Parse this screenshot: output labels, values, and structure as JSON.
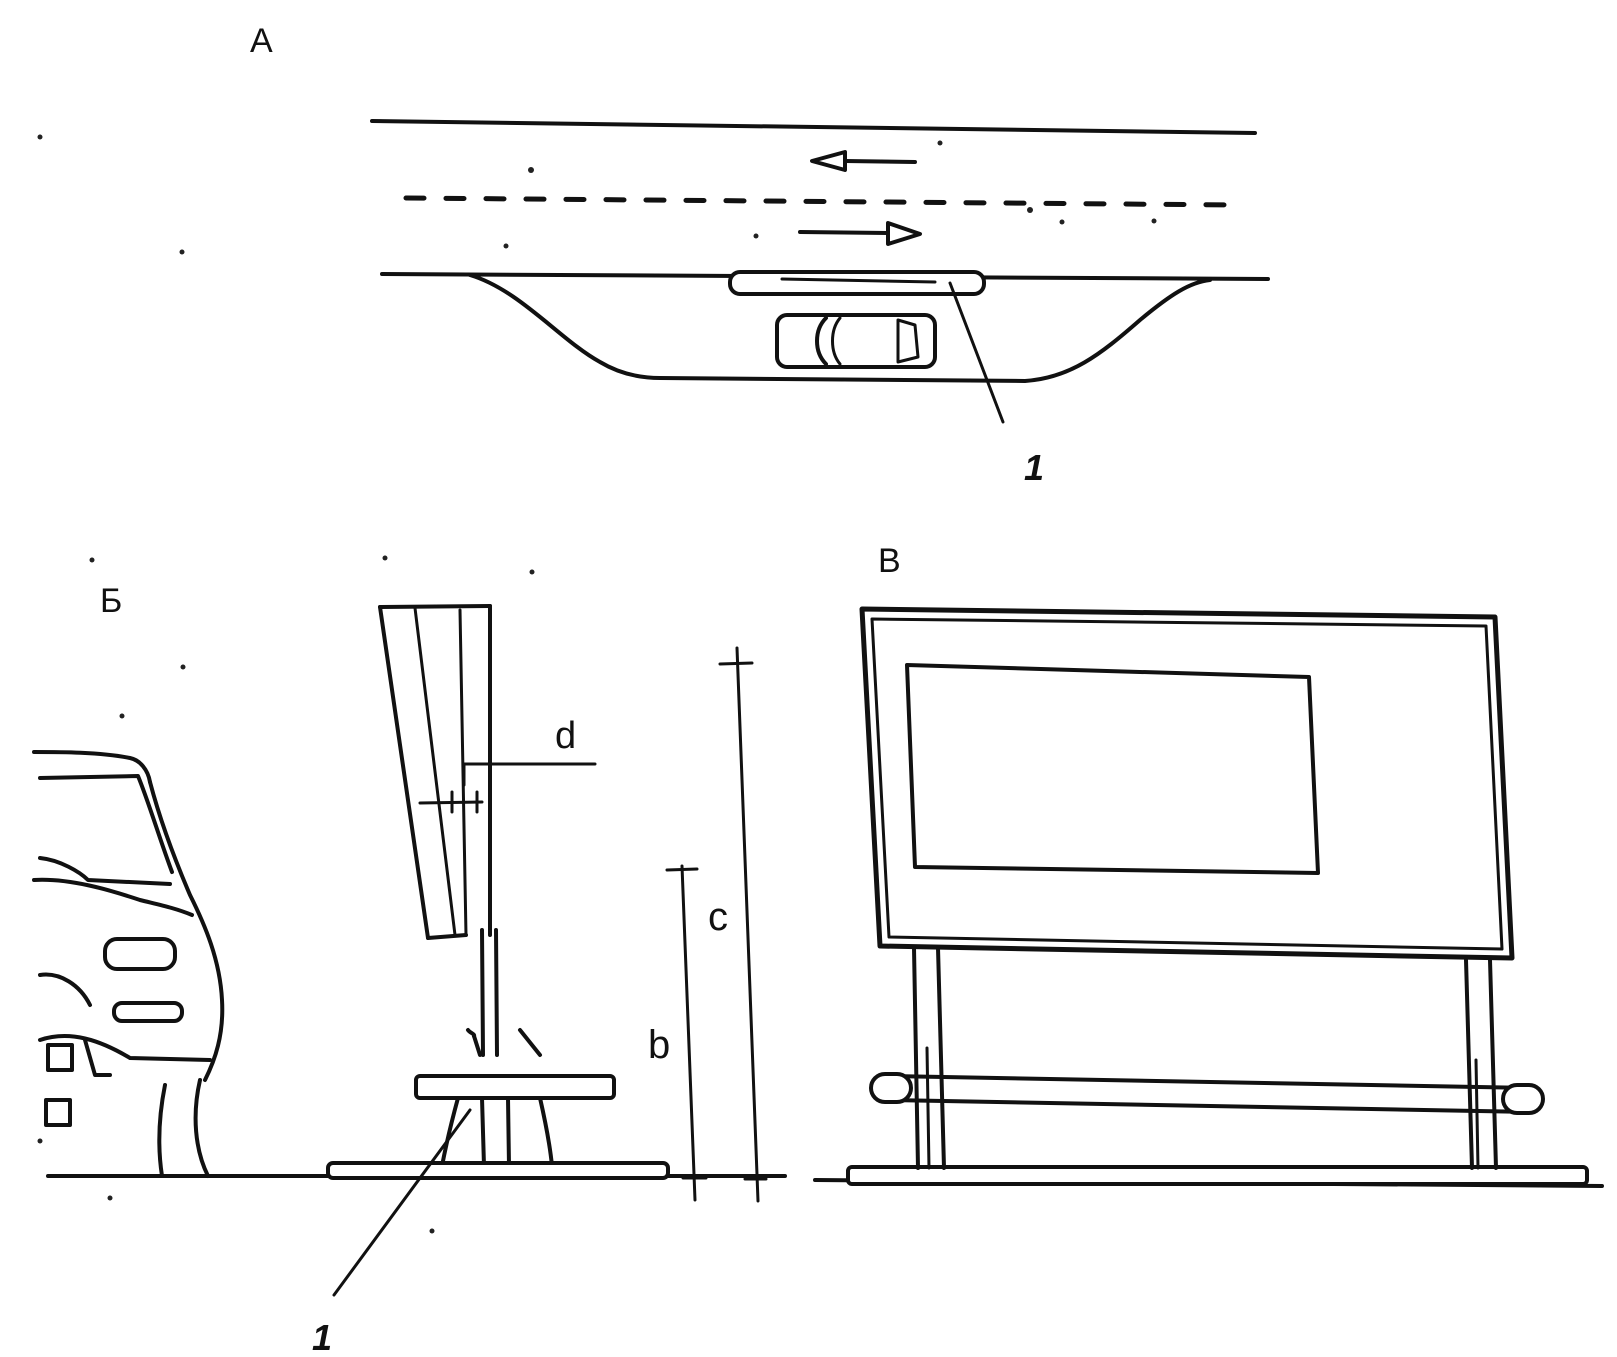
{
  "panels": {
    "a": {
      "label": "А"
    },
    "b": {
      "label": "Б"
    },
    "v": {
      "label": "В"
    }
  },
  "callouts": {
    "plan_item": "1",
    "side_item": "1"
  },
  "dimensions": {
    "b": "b",
    "c": "c",
    "d": "d"
  },
  "colors": {
    "ink": "#111111",
    "background": "#ffffff"
  }
}
